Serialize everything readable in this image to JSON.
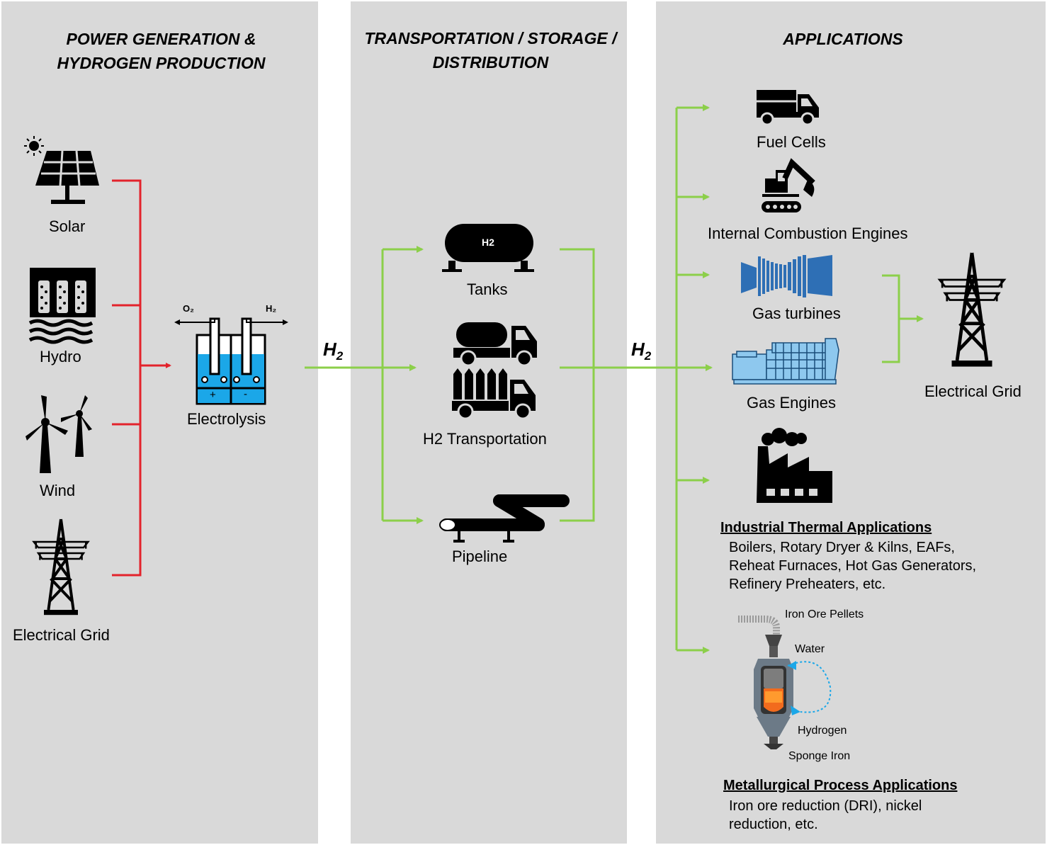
{
  "columns": {
    "generation": {
      "title_line1": "POWER GENERATION &",
      "title_line2": "HYDROGEN PRODUCTION"
    },
    "transport": {
      "title_line1": "TRANSPORTATION / STORAGE /",
      "title_line2": "DISTRIBUTION"
    },
    "applications": {
      "title": "APPLICATIONS"
    }
  },
  "sources": {
    "solar": "Solar",
    "hydro": "Hydro",
    "wind": "Wind",
    "grid": "Electrical Grid"
  },
  "electrolysis": {
    "label": "Electrolysis",
    "o2": "O₂",
    "h2": "H₂",
    "plus": "+",
    "minus": "-"
  },
  "h2_flow": {
    "symbol": "H",
    "subscript": "2"
  },
  "transport_items": {
    "tanks": "Tanks",
    "tank_mark": "H2",
    "trucks": "H2 Transportation",
    "pipeline": "Pipeline"
  },
  "applications": {
    "fuel_cells": "Fuel Cells",
    "ice": "Internal Combustion Engines",
    "gas_turbines": "Gas turbines",
    "gas_engines": "Gas Engines",
    "grid": "Electrical Grid",
    "industrial": {
      "heading": "Industrial Thermal Applications",
      "lines": [
        "Boilers, Rotary Dryer & Kilns, EAFs,",
        "Reheat Furnaces, Hot Gas Generators,",
        "Refinery Preheaters, etc."
      ]
    },
    "dri": {
      "iron_ore": "Iron Ore Pellets",
      "water": "Water",
      "hydrogen": "Hydrogen",
      "sponge": "Sponge Iron"
    },
    "metallurgical": {
      "heading": "Metallurgical Process Applications",
      "lines": [
        "Iron ore reduction (DRI), nickel",
        "reduction, etc."
      ]
    }
  },
  "colors": {
    "panel": "#d9d9d9",
    "red_connector": "#e3232c",
    "green_connector": "#8ccf4a",
    "electrolyte": "#1ba7e8",
    "turbine_blue": "#2e6fb5",
    "engine_blue": "#8ec8ee"
  },
  "icons": [
    "solar-panel-icon",
    "hydro-dam-icon",
    "wind-turbine-icon",
    "transmission-tower-icon",
    "electrolysis-cell-icon",
    "h2-tank-icon",
    "tanker-truck-icon",
    "cylinder-truck-icon",
    "pipeline-icon",
    "truck-icon",
    "excavator-icon",
    "gas-turbine-icon",
    "gas-engine-icon",
    "factory-icon",
    "dri-furnace-icon"
  ]
}
